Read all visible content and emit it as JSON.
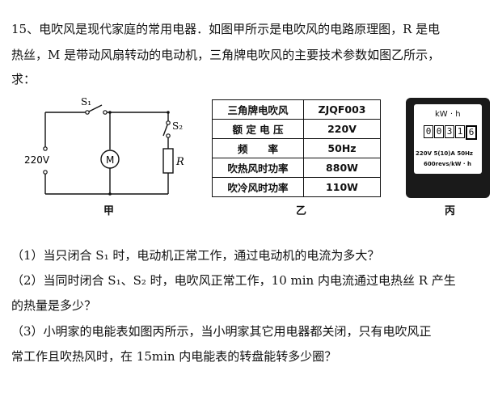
{
  "question": {
    "line1": "15、电吹风是现代家庭的常用电器．如图甲所示是电吹风的电路原理图，R 是电",
    "line2": "热丝，M 是带动风扇转动的电动机，三角牌电吹风的主要技术参数如图乙所示，",
    "line3": "求："
  },
  "circuit": {
    "s1": "S₁",
    "s2": "S₂",
    "voltage": "220V",
    "motor": "M",
    "resistor": "R",
    "caption": "甲"
  },
  "spec_table": {
    "rows": [
      {
        "key": "三角牌电吹风",
        "value": "ZJQF003"
      },
      {
        "key": "额 定 电 压",
        "value": "220V"
      },
      {
        "key": "频　　率",
        "value": "50Hz"
      },
      {
        "key": "吹热风时功率",
        "value": "880W"
      },
      {
        "key": "吹冷风时功率",
        "value": "110W"
      }
    ],
    "caption": "乙"
  },
  "meter": {
    "unit": "kW · h",
    "digits": [
      "0",
      "0",
      "3",
      "1",
      "6"
    ],
    "spec1": "220V  5(10)A  50Hz",
    "spec2": "600revs/kW · h",
    "caption": "丙"
  },
  "parts": {
    "p1": "（1）当只闭合 S₁ 时，电动机正常工作，通过电动机的电流为多大？",
    "p2a": "（2）当同时闭合 S₁、S₂ 时，电吹风正常工作，10 min 内电流通过电热丝 R 产生",
    "p2b": "的热量是多少？",
    "p3a": "（3）小明家的电能表如图丙所示，当小明家其它用电器都关闭，只有电吹风正",
    "p3b": "常工作且吹热风时，在 15min 内电能表的转盘能转多少圈？"
  }
}
